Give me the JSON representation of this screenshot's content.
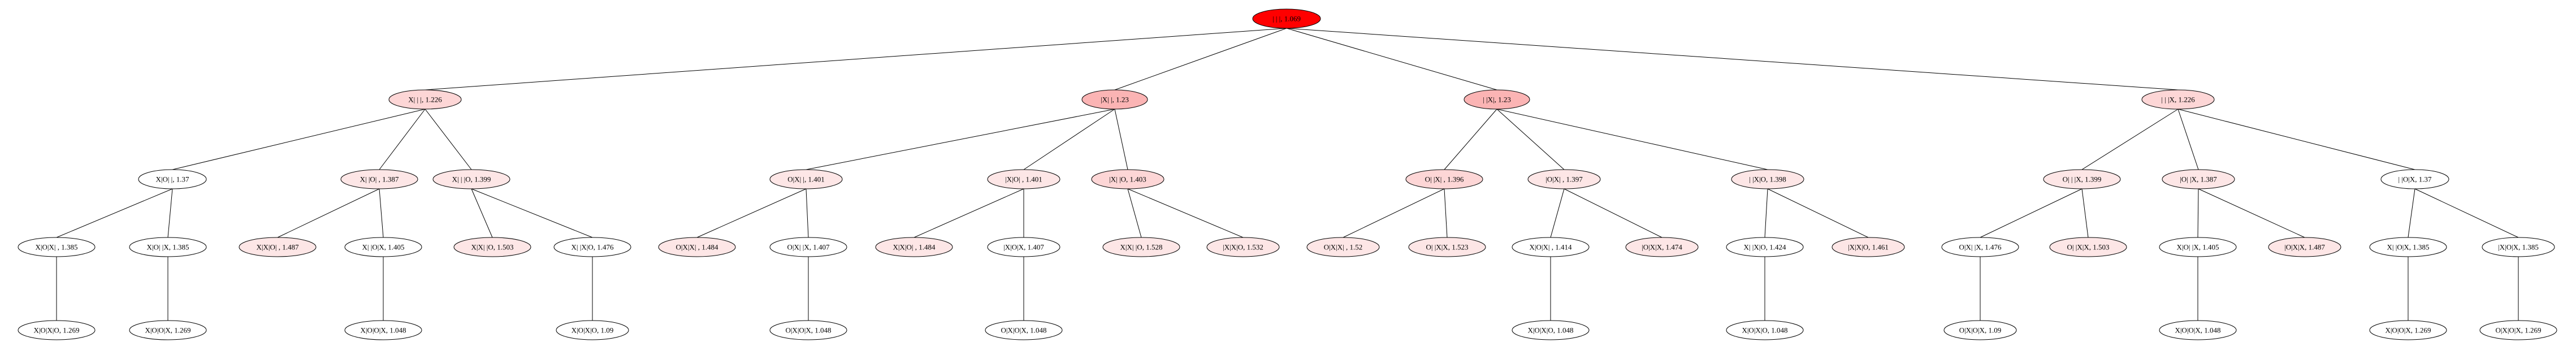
{
  "palette": {
    "root": "#ff0000",
    "strong": "#fbb4b4",
    "medium": "#fdd6d6",
    "light": "#fde6e6",
    "white": "#ffffff"
  },
  "nodes": [
    {
      "id": "root",
      "label": "| | |, 1.069",
      "shade": "root"
    },
    {
      "id": "a",
      "label": "X| | |, 1.226",
      "shade": "medium",
      "parent": "root"
    },
    {
      "id": "b",
      "label": "|X| |, 1.23",
      "shade": "strong",
      "parent": "root"
    },
    {
      "id": "c",
      "label": "| |X|, 1.23",
      "shade": "strong",
      "parent": "root"
    },
    {
      "id": "d",
      "label": "| | |X, 1.226",
      "shade": "medium",
      "parent": "root"
    },
    {
      "id": "a1",
      "label": "X|O| |, 1.37",
      "shade": "white",
      "parent": "a"
    },
    {
      "id": "a2",
      "label": "X| |O| , 1.387",
      "shade": "light",
      "parent": "a"
    },
    {
      "id": "a3",
      "label": "X| | |O, 1.399",
      "shade": "light",
      "parent": "a"
    },
    {
      "id": "b1",
      "label": "O|X| |, 1.401",
      "shade": "light",
      "parent": "b"
    },
    {
      "id": "b2",
      "label": "|X|O| , 1.401",
      "shade": "light",
      "parent": "b"
    },
    {
      "id": "b3",
      "label": "|X| |O, 1.403",
      "shade": "medium",
      "parent": "b"
    },
    {
      "id": "c1",
      "label": "O| |X| , 1.396",
      "shade": "medium",
      "parent": "c"
    },
    {
      "id": "c2",
      "label": "|O|X| , 1.397",
      "shade": "light",
      "parent": "c"
    },
    {
      "id": "c3",
      "label": "| |X|O, 1.398",
      "shade": "light",
      "parent": "c"
    },
    {
      "id": "d1",
      "label": "O| | |X, 1.399",
      "shade": "light",
      "parent": "d"
    },
    {
      "id": "d2",
      "label": "|O| |X, 1.387",
      "shade": "light",
      "parent": "d"
    },
    {
      "id": "d3",
      "label": "| |O|X, 1.37",
      "shade": "white",
      "parent": "d"
    },
    {
      "id": "a11",
      "label": "X|O|X| , 1.385",
      "shade": "white",
      "parent": "a1"
    },
    {
      "id": "a12",
      "label": "X|O| |X, 1.385",
      "shade": "white",
      "parent": "a1"
    },
    {
      "id": "a21",
      "label": "X|X|O| , 1.487",
      "shade": "light",
      "parent": "a2"
    },
    {
      "id": "a22",
      "label": "X| |O|X, 1.405",
      "shade": "white",
      "parent": "a2"
    },
    {
      "id": "a31",
      "label": "X|X| |O, 1.503",
      "shade": "light",
      "parent": "a3"
    },
    {
      "id": "a32",
      "label": "X| |X|O, 1.476",
      "shade": "white",
      "parent": "a3"
    },
    {
      "id": "b11",
      "label": "O|X|X| , 1.484",
      "shade": "light",
      "parent": "b1"
    },
    {
      "id": "b12",
      "label": "O|X| |X, 1.407",
      "shade": "white",
      "parent": "b1"
    },
    {
      "id": "b21",
      "label": "X|X|O| , 1.484",
      "shade": "light",
      "parent": "b2"
    },
    {
      "id": "b22",
      "label": "|X|O|X, 1.407",
      "shade": "white",
      "parent": "b2"
    },
    {
      "id": "b31",
      "label": "X|X| |O, 1.528",
      "shade": "light",
      "parent": "b3"
    },
    {
      "id": "b32",
      "label": "|X|X|O, 1.532",
      "shade": "light",
      "parent": "b3"
    },
    {
      "id": "c11",
      "label": "O|X|X| , 1.52",
      "shade": "light",
      "parent": "c1"
    },
    {
      "id": "c12",
      "label": "O| |X|X, 1.523",
      "shade": "light",
      "parent": "c1"
    },
    {
      "id": "c21",
      "label": "X|O|X| , 1.414",
      "shade": "white",
      "parent": "c2"
    },
    {
      "id": "c22",
      "label": "|O|X|X, 1.474",
      "shade": "light",
      "parent": "c2"
    },
    {
      "id": "c31",
      "label": "X| |X|O, 1.424",
      "shade": "white",
      "parent": "c3"
    },
    {
      "id": "c32",
      "label": "|X|X|O, 1.461",
      "shade": "light",
      "parent": "c3"
    },
    {
      "id": "d11",
      "label": "O|X| |X, 1.476",
      "shade": "white",
      "parent": "d1"
    },
    {
      "id": "d12",
      "label": "O| |X|X, 1.503",
      "shade": "light",
      "parent": "d1"
    },
    {
      "id": "d21",
      "label": "X|O| |X, 1.405",
      "shade": "white",
      "parent": "d2"
    },
    {
      "id": "d22",
      "label": "|O|X|X, 1.487",
      "shade": "light",
      "parent": "d2"
    },
    {
      "id": "d31",
      "label": "X| |O|X, 1.385",
      "shade": "white",
      "parent": "d3"
    },
    {
      "id": "d32",
      "label": "|X|O|X, 1.385",
      "shade": "white",
      "parent": "d3"
    },
    {
      "id": "a111",
      "label": "X|O|X|O, 1.269",
      "shade": "white",
      "parent": "a11"
    },
    {
      "id": "a121",
      "label": "X|O|O|X, 1.269",
      "shade": "white",
      "parent": "a12"
    },
    {
      "id": "a221",
      "label": "X|O|O|X, 1.048",
      "shade": "white",
      "parent": "a22"
    },
    {
      "id": "a321",
      "label": "X|O|X|O, 1.09",
      "shade": "white",
      "parent": "a32"
    },
    {
      "id": "b121",
      "label": "O|X|O|X, 1.048",
      "shade": "white",
      "parent": "b12"
    },
    {
      "id": "b221",
      "label": "O|X|O|X, 1.048",
      "shade": "white",
      "parent": "b22"
    },
    {
      "id": "c211",
      "label": "X|O|X|O, 1.048",
      "shade": "white",
      "parent": "c21"
    },
    {
      "id": "c311",
      "label": "X|O|X|O, 1.048",
      "shade": "white",
      "parent": "c31"
    },
    {
      "id": "d111",
      "label": "O|X|O|X, 1.09",
      "shade": "white",
      "parent": "d11"
    },
    {
      "id": "d211",
      "label": "X|O|O|X, 1.048",
      "shade": "white",
      "parent": "d21"
    },
    {
      "id": "d311",
      "label": "X|O|O|X, 1.269",
      "shade": "white",
      "parent": "d31"
    },
    {
      "id": "d321",
      "label": "O|X|O|X, 1.269",
      "shade": "white",
      "parent": "d32"
    }
  ]
}
